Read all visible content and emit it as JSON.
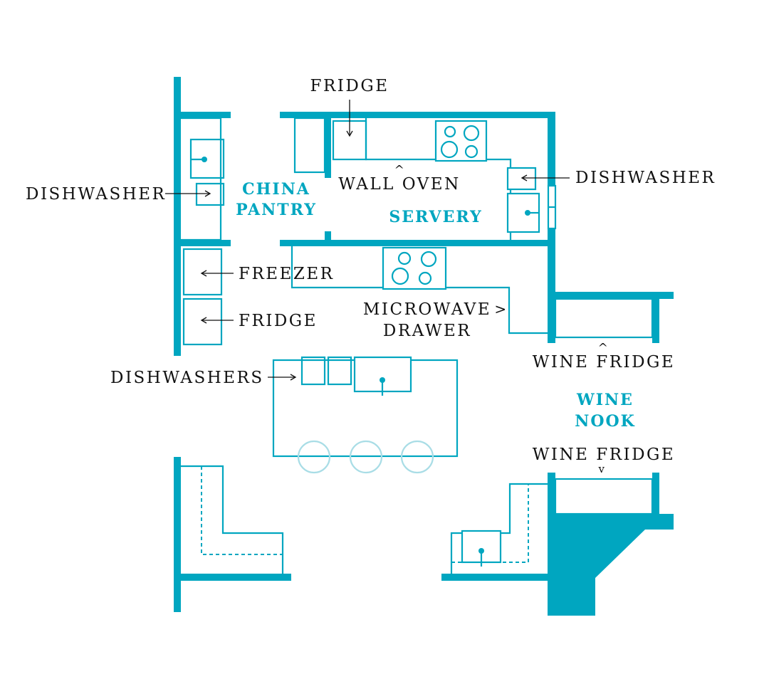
{
  "colors": {
    "accent": "#00a6c0",
    "stool": "#a9dde6",
    "text": "#111111",
    "background": "#ffffff"
  },
  "rooms": {
    "china_pantry": [
      "CHINA",
      "PANTRY"
    ],
    "servery": "SERVERY",
    "wine_nook": [
      "WINE",
      "NOOK"
    ]
  },
  "labels": {
    "fridge_top": "FRIDGE",
    "wall_oven": "WALL OVEN",
    "dishwasher_left": "DISHWASHER",
    "dishwasher_right": "DISHWASHER",
    "freezer": "FREEZER",
    "fridge_left": "FRIDGE",
    "microwave_drawer": [
      "MICROWAVE",
      "DRAWER"
    ],
    "wine_fridge_top": "WINE FRIDGE",
    "wine_fridge_bottom": "WINE FRIDGE",
    "dishwashers": "DISHWASHERS"
  },
  "arrow_glyphs": {
    "caret_up": "^",
    "caret_down": "v",
    "gt": ">"
  }
}
